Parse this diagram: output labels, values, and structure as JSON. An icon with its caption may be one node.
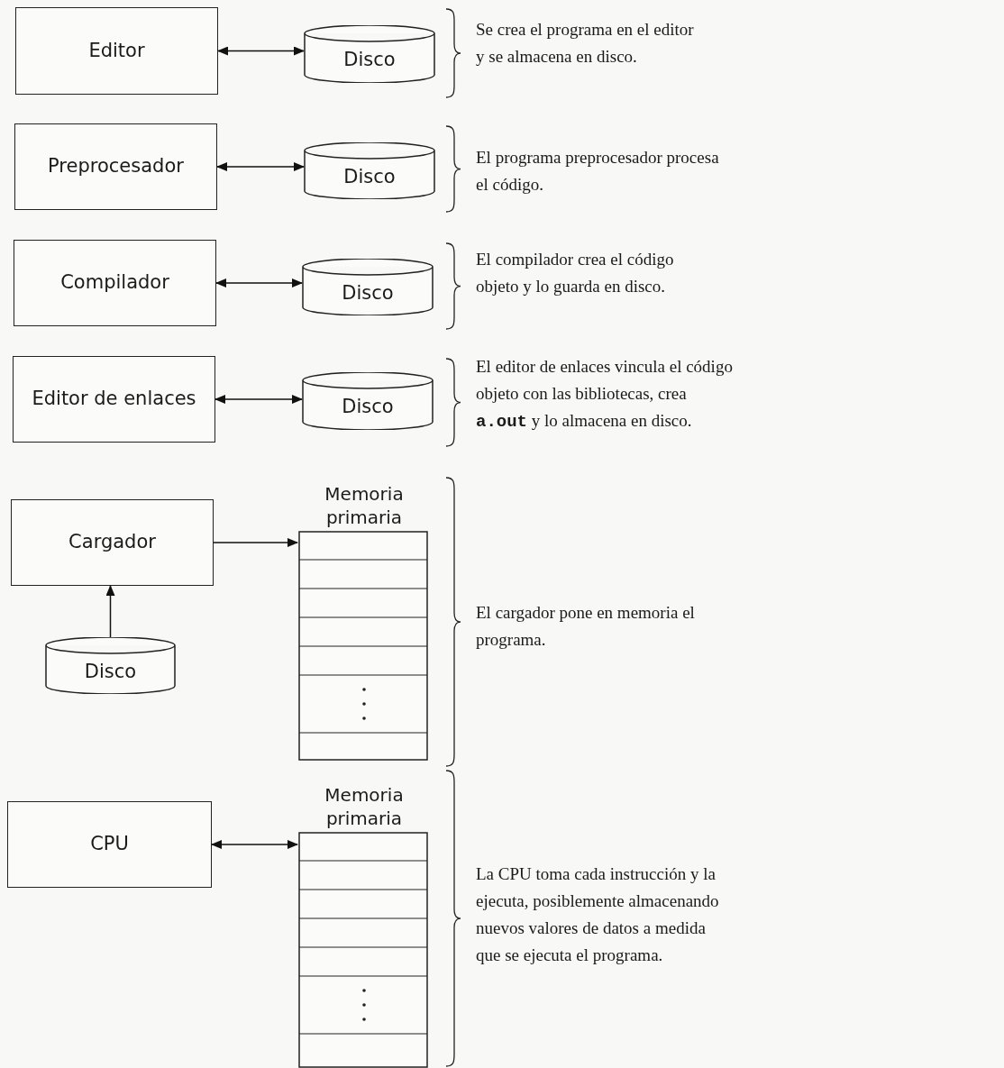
{
  "diagram": {
    "nodes": [
      {
        "text": [
          "Editor"
        ]
      },
      {
        "text": [
          "Disco"
        ]
      },
      {
        "text": [
          "Preprocesador"
        ]
      },
      {
        "text": [
          "Disco"
        ]
      },
      {
        "text": [
          "Compilador"
        ]
      },
      {
        "text": [
          "Disco"
        ]
      },
      {
        "text": [
          "Editor de enlaces"
        ]
      },
      {
        "text": [
          "Disco"
        ]
      },
      {
        "text": [
          "Cargador"
        ]
      },
      {
        "text": [
          "Disco"
        ]
      },
      {
        "text": [
          "Memoria primaria"
        ]
      },
      {
        "text": [
          "CPU"
        ]
      },
      {
        "text": [
          "Memoria primaria"
        ]
      }
    ],
    "edges": [
      {
        "from": 0,
        "to": 1,
        "arrow": "both"
      },
      {
        "from": 2,
        "to": 3,
        "arrow": "both"
      },
      {
        "from": 4,
        "to": 5,
        "arrow": "both"
      },
      {
        "from": 6,
        "to": 7,
        "arrow": "both"
      },
      {
        "from": 8,
        "to": 10,
        "arrow": "to"
      },
      {
        "from": 9,
        "to": 8,
        "arrow": "to"
      },
      {
        "from": 11,
        "to": 12,
        "arrow": "both"
      }
    ],
    "labels": [
      "Se crea el programa en el editor y se almacena en disco.",
      "El programa preprocesador procesa el código.",
      "El compilador crea el código objeto y lo guarda en disco.",
      "El editor de enlaces vincula el código objeto con las bibliotecas, crea **a.out** y lo almacena en disco.",
      "El cargador pone en memoria el programa.",
      "La CPU toma cada instrucción y la ejecuta, posiblemente almacenando nuevos valores de datos a medida que se ejecuta el programa."
    ]
  }
}
